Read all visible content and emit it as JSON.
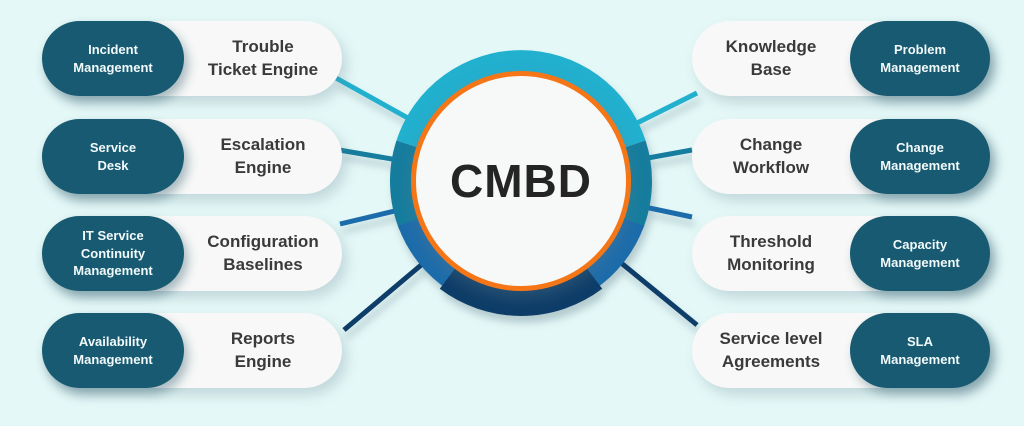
{
  "title": {
    "label": "CMBD"
  },
  "colors": {
    "background": "#e4f8f7",
    "capsule_teal": "#175a71",
    "pill_light": "#f7f8f7",
    "ring_orange": "#f57617",
    "circle_fill": "#f7f8f8",
    "title_text": "#242424",
    "line_cyan": "#21b0cf",
    "line_teal": "#137d9e",
    "line_blue": "#1c6cab",
    "line_navy": "#0e3e68"
  },
  "left_items": [
    {
      "capsule": "Incident\nManagement",
      "label": "Trouble\nTicket Engine",
      "line_color": "cyan"
    },
    {
      "capsule": "Service\nDesk",
      "label": "Escalation\nEngine",
      "line_color": "teal"
    },
    {
      "capsule": "IT Service\nContinuity\nManagement",
      "label": "Configuration\nBaselines",
      "line_color": "blue"
    },
    {
      "capsule": "Availability\nManagement",
      "label": "Reports\nEngine",
      "line_color": "navy"
    }
  ],
  "right_items": [
    {
      "capsule": "Problem\nManagement",
      "label": "Knowledge\nBase",
      "line_color": "cyan"
    },
    {
      "capsule": "Change\nManagement",
      "label": "Change\nWorkflow",
      "line_color": "teal"
    },
    {
      "capsule": "Capacity\nManagement",
      "label": "Threshold\nMonitoring",
      "line_color": "blue"
    },
    {
      "capsule": "SLA\nManagement",
      "label": "Service level\nAgreements",
      "line_color": "navy"
    }
  ]
}
